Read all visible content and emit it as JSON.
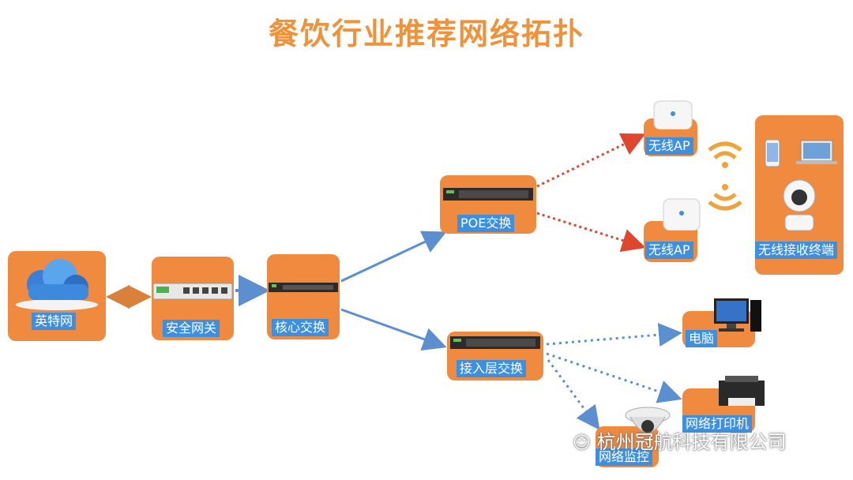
{
  "title": "餐饮行业推荐网络拓扑",
  "nodes": {
    "internet": "英特网",
    "gateway": "安全网关",
    "core_switch": "核心交换",
    "poe_switch": "POE交换",
    "access_switch": "接入层交换",
    "ap1": "无线AP",
    "ap2": "无线AP",
    "wireless_clients": "无线接收终端",
    "pc": "电脑",
    "printer": "网络打印机",
    "camera": "网络监控"
  },
  "watermark": "杭州冠航科技有限公司",
  "colors": {
    "accent": "#ef8a3f",
    "label": "#3d8fe0",
    "link": "#5b8fd0",
    "wireless_link": "#e0452e"
  }
}
